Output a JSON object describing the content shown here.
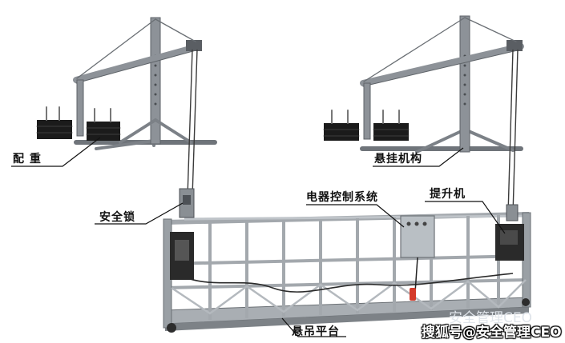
{
  "labels": {
    "counterweight": "配 重",
    "suspension_mechanism": "悬挂机构",
    "safety_lock": "安全锁",
    "electric_control_system": "电器控制系统",
    "hoist": "提升机",
    "suspended_platform": "悬吊平台"
  },
  "watermark": {
    "faint_text": "安全管理CEO",
    "main_text": "搜狐号@安全管理CEO"
  },
  "colors": {
    "steel": "#8d9298",
    "steel_dark": "#5e6368",
    "counterweight": "#1b1b1b",
    "control_box": "#b9bfc4",
    "hoist": "#2a2a2a",
    "cable": "#3a3a3a",
    "red_handle": "#d43a2a"
  }
}
